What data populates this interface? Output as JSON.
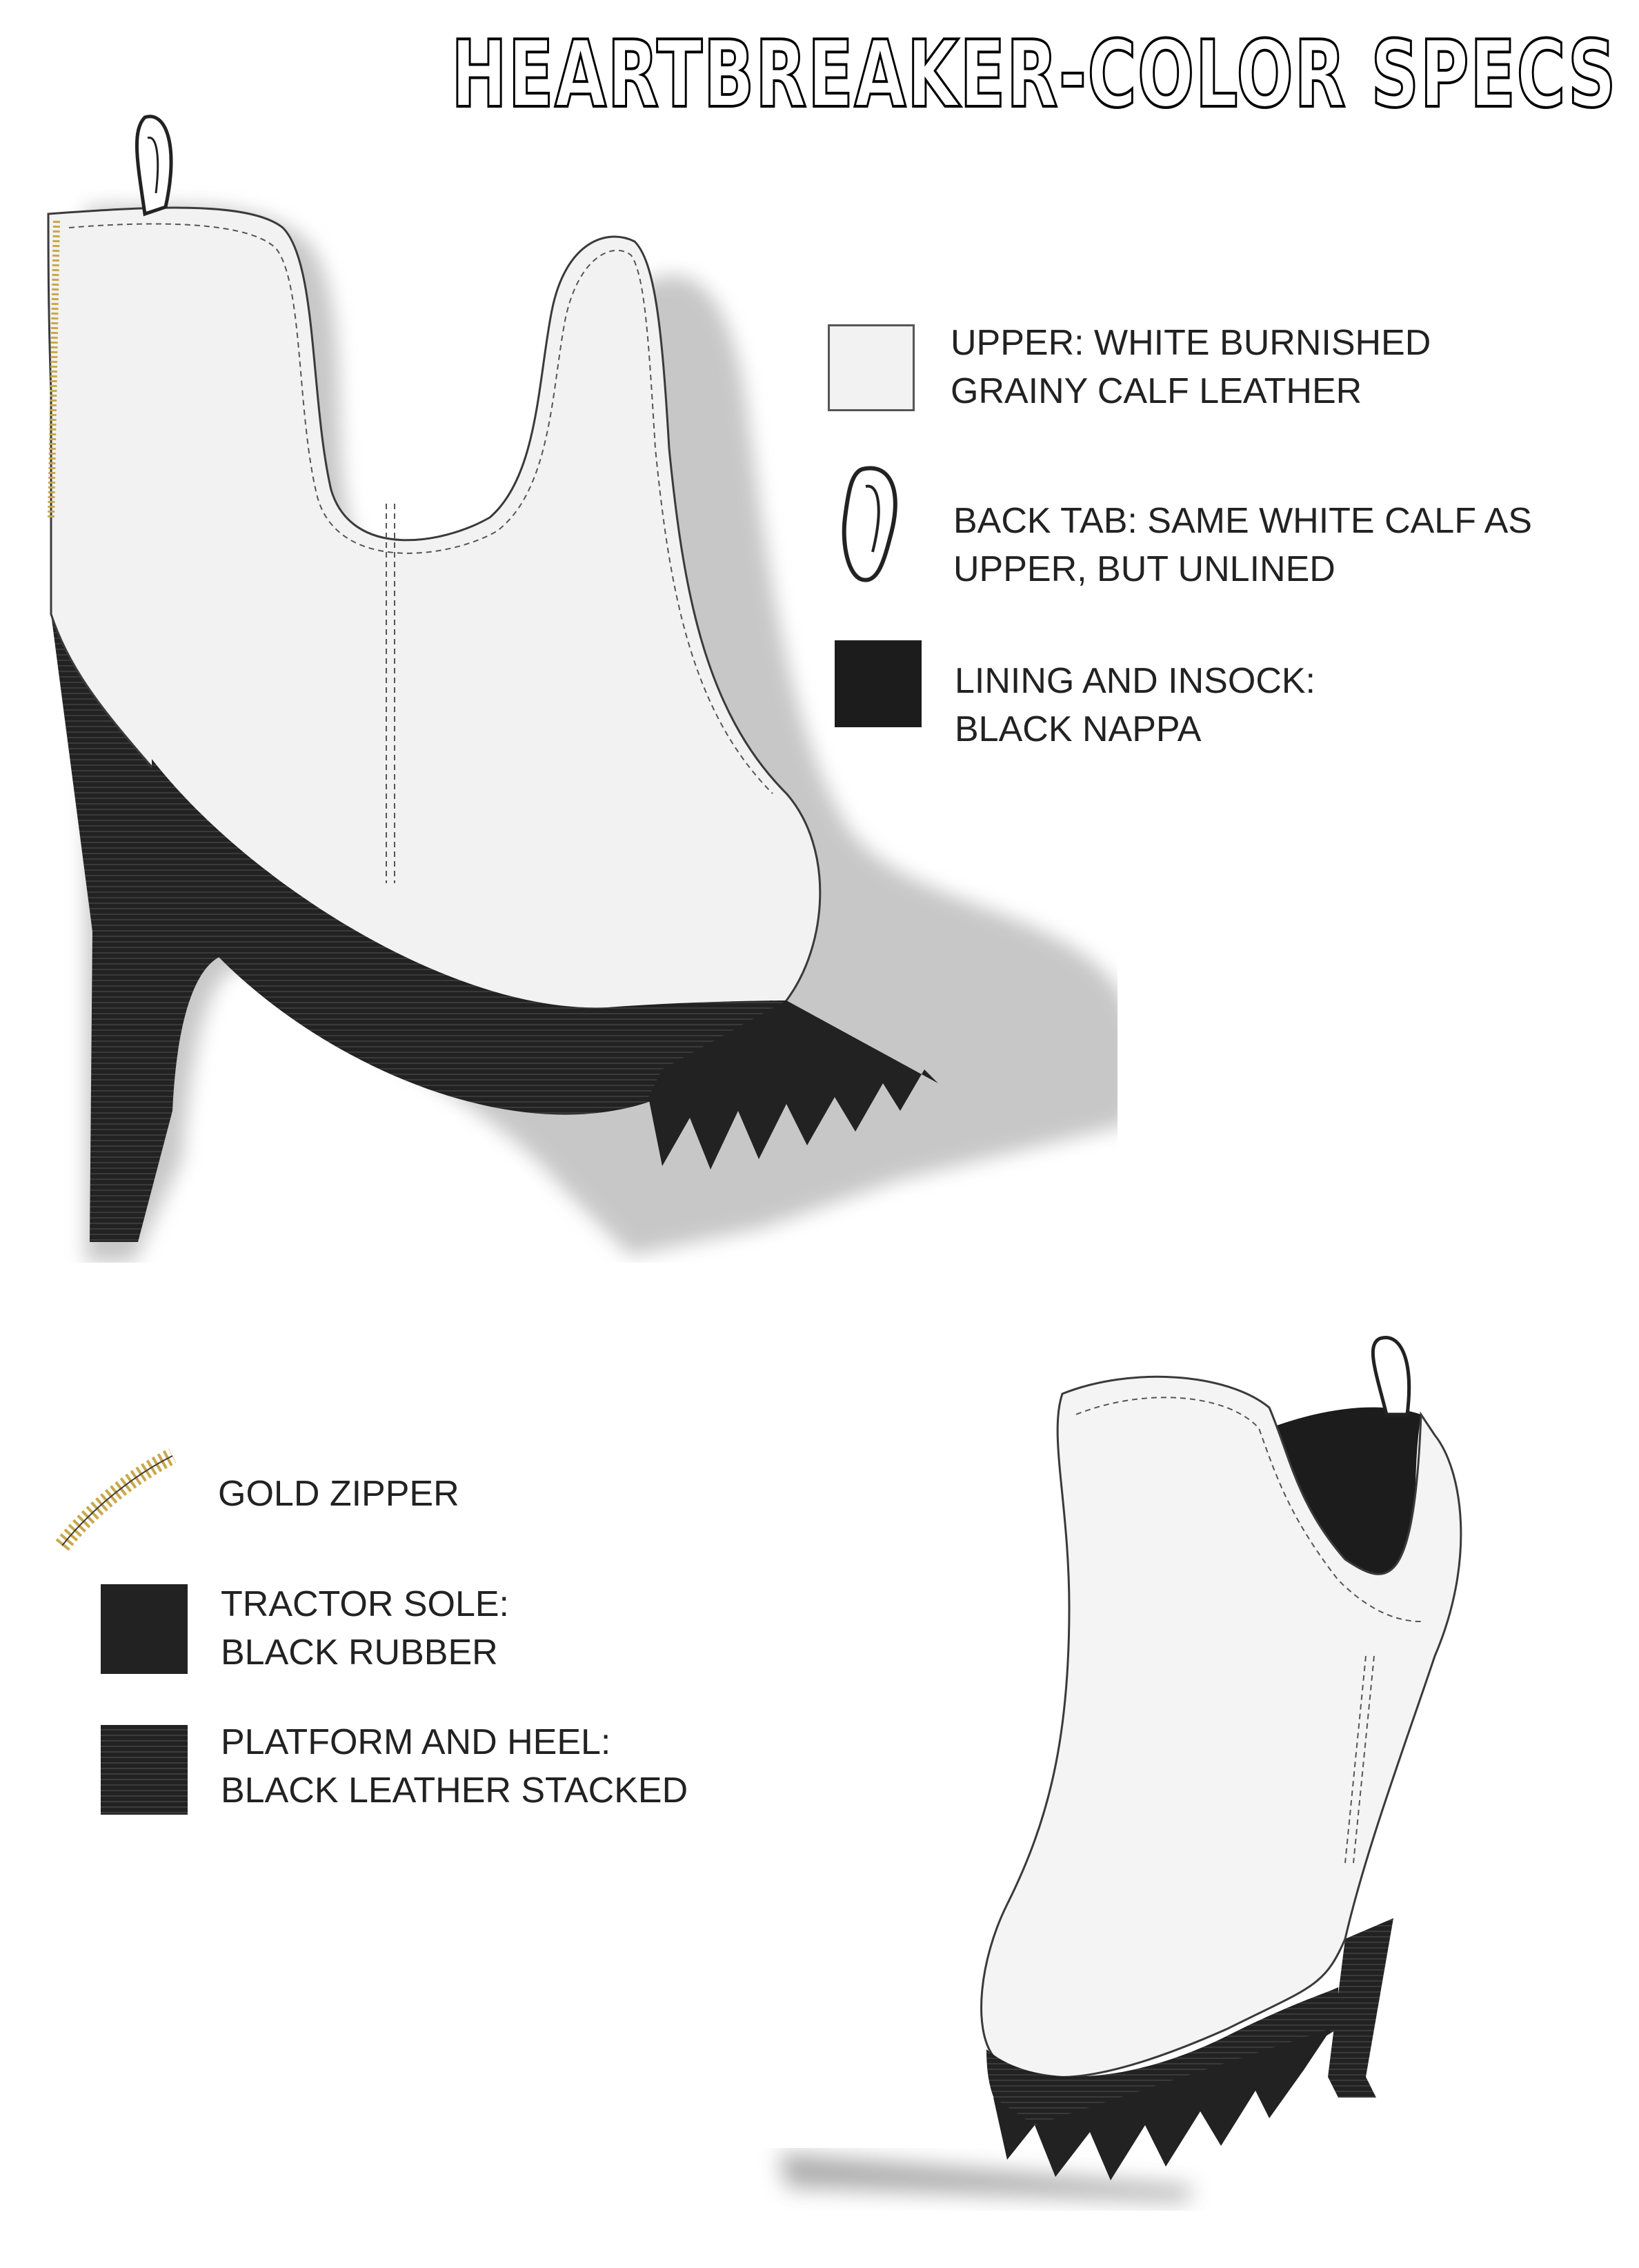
{
  "title": "HEARTBREAKER-COLOR SPECS",
  "colors": {
    "upper": "#f2f2f2",
    "lining": "#1c1c1c",
    "sole": "#222222",
    "heel": "#2a2a2a",
    "zipper": "#c9a84a",
    "outline": "#3a3a3a"
  },
  "legend": {
    "upper": {
      "line1": "UPPER: WHITE BURNISHED",
      "line2": "GRAINY CALF LEATHER"
    },
    "back_tab": {
      "line1": "BACK TAB: SAME WHITE CALF AS",
      "line2": "UPPER, BUT UNLINED"
    },
    "lining": {
      "line1": "LINING AND INSOCK:",
      "line2": "BLACK NAPPA"
    },
    "zipper": {
      "line1": "GOLD ZIPPER"
    },
    "sole": {
      "line1": "TRACTOR SOLE:",
      "line2": "BLACK RUBBER"
    },
    "heel": {
      "line1": "PLATFORM AND HEEL:",
      "line2": "BLACK LEATHER STACKED"
    }
  }
}
